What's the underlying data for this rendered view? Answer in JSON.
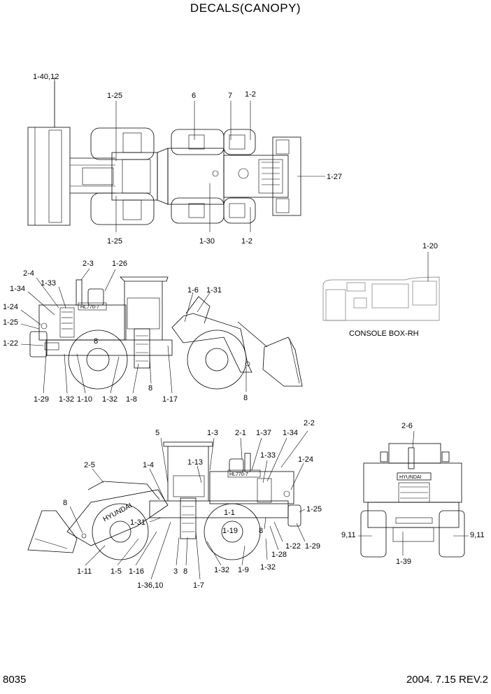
{
  "title": "DECALS(CANOPY)",
  "page_number": "8035",
  "revision": "2004. 7.15  REV.2",
  "console_caption": "CONSOLE BOX-RH",
  "top_view": {
    "labels": [
      "1-40,12",
      "1-25",
      "6",
      "7",
      "1-2",
      "1-27",
      "1-25",
      "1-30",
      "1-2"
    ]
  },
  "left_view": {
    "labels": [
      "2-3",
      "1-26",
      "2-4",
      "1-33",
      "1-34",
      "1-24",
      "1-25",
      "1-22",
      "1-6",
      "1-31",
      "8",
      "1-29",
      "1-32",
      "1-10",
      "1-32",
      "1-8",
      "8",
      "1-17",
      "8"
    ],
    "model_text": "HL770-7"
  },
  "console_view": {
    "labels": [
      "1-20"
    ]
  },
  "right_view": {
    "labels": [
      "5",
      "1-3",
      "2-1",
      "1-37",
      "2-2",
      "1-34",
      "1-33",
      "1-24",
      "1-4",
      "1-13",
      "2-5",
      "8",
      "1-25",
      "1-1",
      "1-31",
      "1-19",
      "8",
      "1-22",
      "1-29",
      "1-28",
      "1-11",
      "1-5",
      "1-16",
      "3",
      "8",
      "1-32",
      "1-9",
      "1-32",
      "1-36,10",
      "1-7"
    ],
    "brand_text": "HYUNDAI",
    "model_text": "HL770-7"
  },
  "rear_view": {
    "labels": [
      "2-6",
      "9,11",
      "9,11",
      "1-39"
    ],
    "brand_text": "HYUNDAI"
  }
}
